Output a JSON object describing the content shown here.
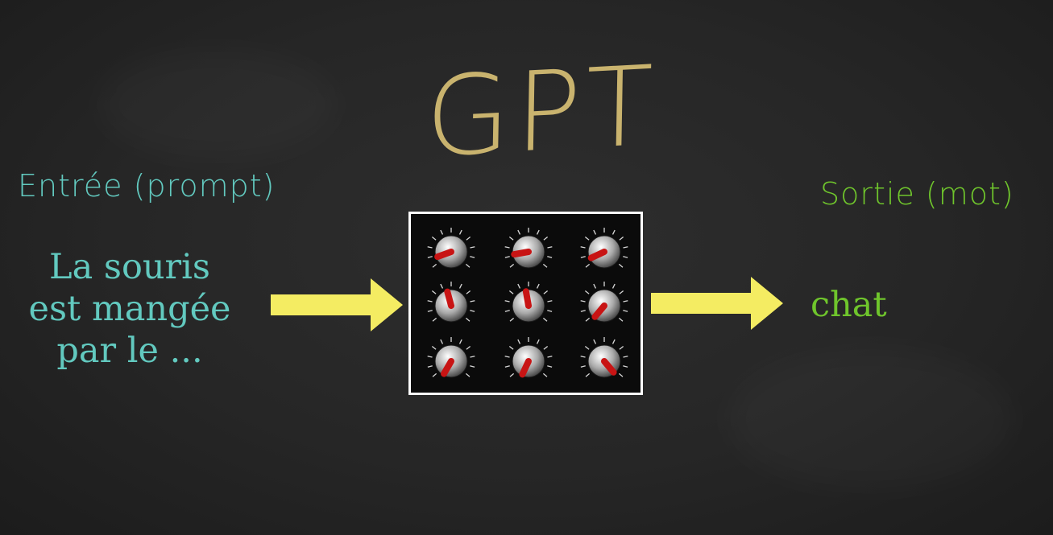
{
  "title": "GPT",
  "input": {
    "label": "Entrée (prompt)",
    "prompt_lines": [
      "La souris",
      "est mangée",
      "par le ..."
    ]
  },
  "output": {
    "label": "Sortie (mot)",
    "word": "chat"
  },
  "colors": {
    "title": "#c9b36e",
    "input": "#62c9bf",
    "output": "#6fc52c",
    "arrow": "#f4ec62",
    "needle": "#c81414",
    "frame": "#ffffff",
    "board": "#0b0b0b"
  },
  "knob_icon": "dial-knob-icon",
  "arrow_icon": "right-arrow-icon",
  "knobs": [
    {
      "angle": -110
    },
    {
      "angle": -100
    },
    {
      "angle": -115
    },
    {
      "angle": -15
    },
    {
      "angle": -10
    },
    {
      "angle": -140
    },
    {
      "angle": -150
    },
    {
      "angle": -155
    },
    {
      "angle": 140
    }
  ]
}
